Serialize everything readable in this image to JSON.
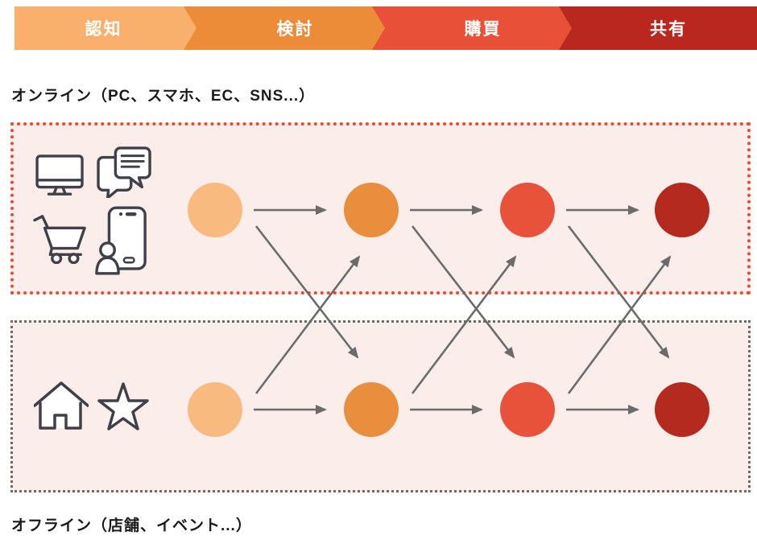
{
  "funnel": {
    "stages": [
      {
        "id": "awareness",
        "label": "認知",
        "color": "#F9B06C"
      },
      {
        "id": "consideration",
        "label": "検討",
        "color": "#EC8C38"
      },
      {
        "id": "purchase",
        "label": "購買",
        "color": "#E85138"
      },
      {
        "id": "share",
        "label": "共有",
        "color": "#BA271E"
      }
    ],
    "text_color": "#FFFFFF"
  },
  "sections": {
    "online": {
      "label": "オンライン（PC、スマホ、EC、SNS...）",
      "border_color": "#E74A33",
      "background": "#FBEDE9",
      "icons": [
        "desktop-icon",
        "chat-icon",
        "cart-icon",
        "mobile-user-icon"
      ]
    },
    "offline": {
      "label": "オフライン（店舗、イベント...）",
      "border_color": "#6A6A6A",
      "background": "#FBEDE9",
      "icons": [
        "home-icon",
        "star-icon"
      ]
    }
  },
  "flow": {
    "rows": [
      "online",
      "offline"
    ],
    "columns": [
      "認知",
      "検討",
      "購買",
      "共有"
    ],
    "node_colors": [
      "#F9BA80",
      "#E88E3C",
      "#E8523A",
      "#B42A1E"
    ],
    "arrow_color": "#6B6B6B",
    "edges": [
      {
        "from": "online-awareness",
        "to": "online-consideration"
      },
      {
        "from": "online-consideration",
        "to": "online-purchase"
      },
      {
        "from": "online-purchase",
        "to": "online-share"
      },
      {
        "from": "offline-awareness",
        "to": "offline-consideration"
      },
      {
        "from": "offline-consideration",
        "to": "offline-purchase"
      },
      {
        "from": "offline-purchase",
        "to": "offline-share"
      },
      {
        "from": "online-awareness",
        "to": "offline-consideration"
      },
      {
        "from": "offline-awareness",
        "to": "online-consideration"
      },
      {
        "from": "online-consideration",
        "to": "offline-purchase"
      },
      {
        "from": "offline-consideration",
        "to": "online-purchase"
      },
      {
        "from": "online-purchase",
        "to": "offline-share"
      },
      {
        "from": "offline-purchase",
        "to": "online-share"
      }
    ]
  }
}
